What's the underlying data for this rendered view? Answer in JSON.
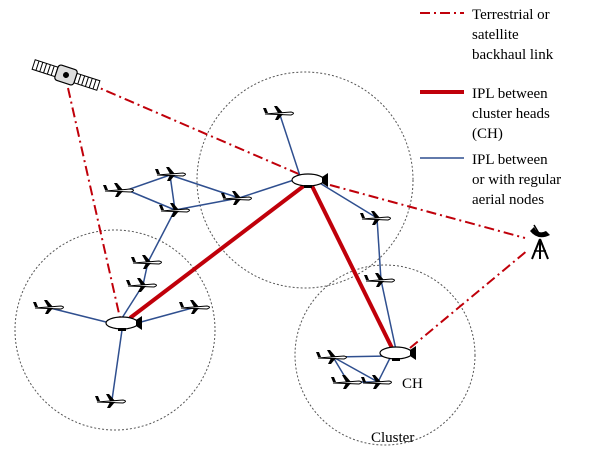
{
  "legend": {
    "items": [
      {
        "id": "backhaul",
        "lines": [
          "Terrestrial or",
          "satellite",
          "backhaul link"
        ],
        "color": "#c0000a",
        "style": "dashdot"
      },
      {
        "id": "ipl-ch",
        "lines": [
          "IPL between",
          "cluster heads",
          "(CH)"
        ],
        "color": "#c0000a",
        "style": "thick"
      },
      {
        "id": "ipl-regular",
        "lines": [
          "IPL between",
          "or with regular",
          "aerial nodes"
        ],
        "color": "#2f4f8f",
        "style": "thin"
      }
    ]
  },
  "labels": {
    "ch": "CH",
    "cluster": "Cluster"
  },
  "icons": {
    "satellite": "satellite-icon",
    "ground_station": "satellite-dish-icon",
    "cluster_head": "blimp-icon",
    "aerial_node": "airplane-icon"
  }
}
